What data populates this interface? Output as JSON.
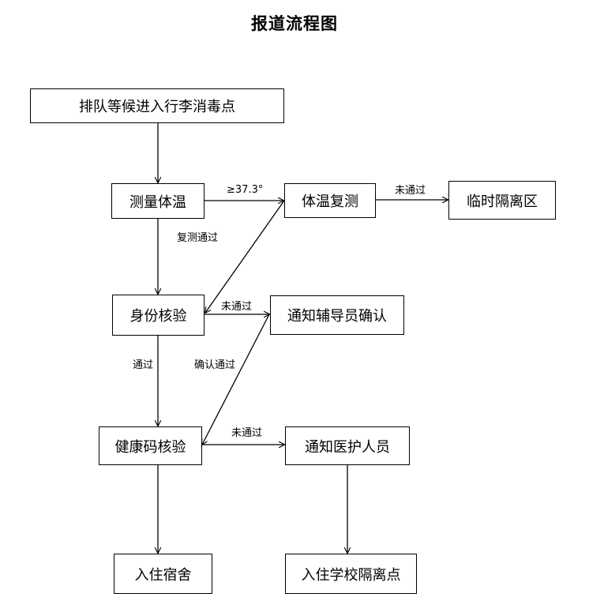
{
  "title": "报道流程图",
  "nodes": {
    "queue": "排队等候进入行李消毒点",
    "temp": "测量体温",
    "retest": "体温复测",
    "isolation": "临时隔离区",
    "id_check": "身份核验",
    "counselor": "通知辅导员确认",
    "health_code": "健康码核验",
    "medical": "通知医护人员",
    "dorm": "入住宿舍",
    "school_isolation": "入住学校隔离点"
  },
  "edge_labels": {
    "fever": "≥37.3°",
    "retest_fail": "未通过",
    "retest_pass": "复测通过",
    "id_fail": "未通过",
    "id_pass": "通过",
    "confirmed": "确认通过",
    "code_fail": "未通过"
  }
}
